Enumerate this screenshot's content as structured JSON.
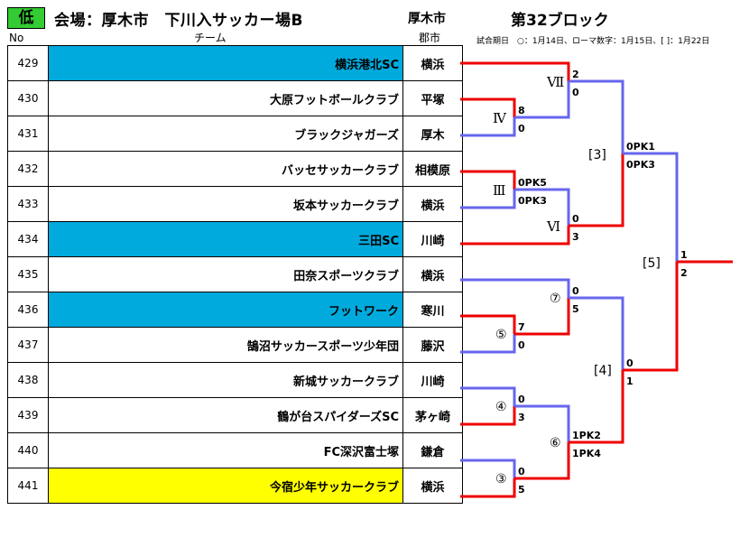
{
  "header": {
    "badge": "低",
    "venue": "会場：厚木市　下川入サッカー場B",
    "city_heading": "厚木市",
    "block": "第32ブロック",
    "note": "試合期日　○：1月14日、ローマ数字：1月15日、[ ]：1月22日"
  },
  "columns": {
    "no": "No",
    "team": "チーム",
    "city": "郡市"
  },
  "teams": [
    {
      "no": "429",
      "name": "横浜港北SC",
      "city": "横浜",
      "highlight": "blue"
    },
    {
      "no": "430",
      "name": "大原フットボールクラブ",
      "city": "平塚",
      "highlight": ""
    },
    {
      "no": "431",
      "name": "ブラックジャガーズ",
      "city": "厚木",
      "highlight": ""
    },
    {
      "no": "432",
      "name": "バッセサッカークラブ",
      "city": "相模原",
      "highlight": ""
    },
    {
      "no": "433",
      "name": "坂本サッカークラブ",
      "city": "横浜",
      "highlight": ""
    },
    {
      "no": "434",
      "name": "三田SC",
      "city": "川崎",
      "highlight": "blue"
    },
    {
      "no": "435",
      "name": "田奈スポーツクラブ",
      "city": "横浜",
      "highlight": ""
    },
    {
      "no": "436",
      "name": "フットワーク",
      "city": "寒川",
      "highlight": "blue"
    },
    {
      "no": "437",
      "name": "鵠沼サッカースポーツ少年団",
      "city": "藤沢",
      "highlight": ""
    },
    {
      "no": "438",
      "name": "新城サッカークラブ",
      "city": "川崎",
      "highlight": ""
    },
    {
      "no": "439",
      "name": "鶴が台スパイダーズSC",
      "city": "茅ヶ崎",
      "highlight": ""
    },
    {
      "no": "440",
      "name": "FC深沢富士塚",
      "city": "鎌倉",
      "highlight": ""
    },
    {
      "no": "441",
      "name": "今宿少年サッカークラブ",
      "city": "横浜",
      "highlight": "yellow"
    }
  ],
  "matches": {
    "m4": {
      "label": "Ⅳ",
      "top": "8",
      "bottom": "0"
    },
    "m3": {
      "label": "Ⅲ",
      "top": "0PK5",
      "bottom": "0PK3"
    },
    "m7": {
      "label": "Ⅶ",
      "top": "2",
      "bottom": "0"
    },
    "m6": {
      "label": "Ⅵ",
      "top": "0",
      "bottom": "3"
    },
    "c5": {
      "label": "⑤",
      "top": "7",
      "bottom": "0"
    },
    "c4": {
      "label": "④",
      "top": "0",
      "bottom": "3"
    },
    "c3": {
      "label": "③",
      "top": "0",
      "bottom": "5"
    },
    "c7": {
      "label": "⑦",
      "top": "0",
      "bottom": "5"
    },
    "c6": {
      "label": "⑥",
      "top": "1PK2",
      "bottom": "1PK4"
    },
    "b3": {
      "label": "[3]",
      "top": "0PK1",
      "bottom": "0PK3"
    },
    "b4": {
      "label": "[4]",
      "top": "0",
      "bottom": "1"
    },
    "b5": {
      "label": "[5]",
      "top": "1",
      "bottom": "2"
    }
  },
  "colors": {
    "winner": "#ee0000",
    "loser": "#6666ee",
    "blue_row": "#00aadd",
    "yellow_row": "#ffff00",
    "badge": "#33cc33"
  }
}
